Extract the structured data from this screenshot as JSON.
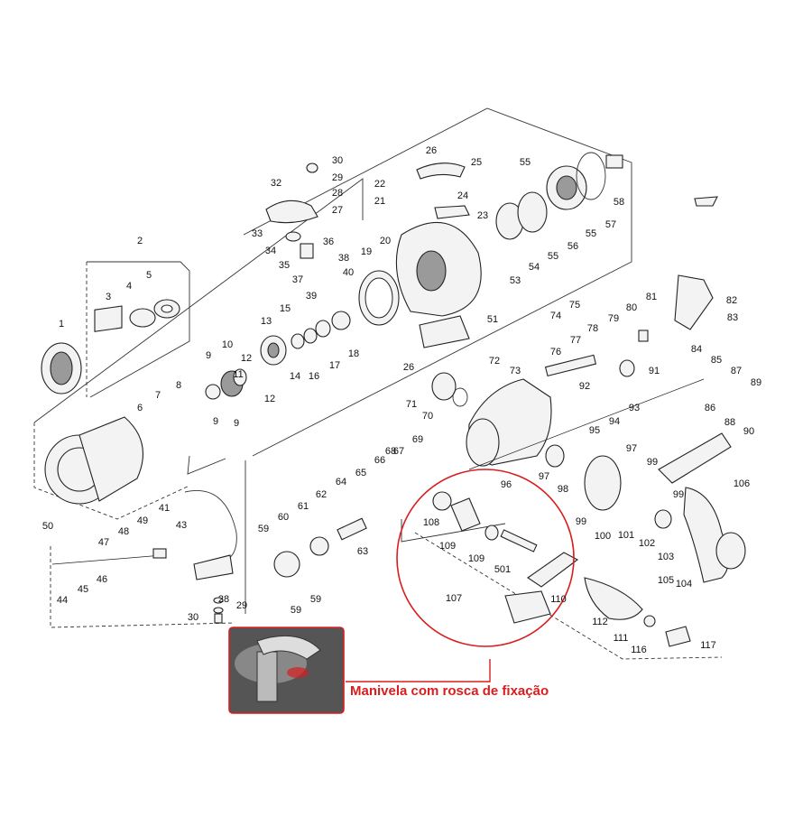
{
  "caption": "Manivela com rosca de fixação",
  "colors": {
    "highlight": "#d81e1e",
    "line": "#222222"
  },
  "labels": [
    "1",
    "2",
    "3",
    "4",
    "5",
    "6",
    "7",
    "8",
    "9",
    "9",
    "9",
    "10",
    "11",
    "12",
    "12",
    "13",
    "14",
    "15",
    "16",
    "17",
    "18",
    "19",
    "20",
    "21",
    "22",
    "23",
    "24",
    "25",
    "26",
    "26",
    "27",
    "28",
    "28",
    "29",
    "29",
    "30",
    "30",
    "32",
    "33",
    "34",
    "35",
    "36",
    "37",
    "38",
    "39",
    "40",
    "41",
    "43",
    "44",
    "45",
    "46",
    "47",
    "48",
    "49",
    "50",
    "51",
    "53",
    "54",
    "55",
    "55",
    "55",
    "56",
    "57",
    "58",
    "59",
    "59",
    "59",
    "60",
    "61",
    "62",
    "63",
    "64",
    "65",
    "66",
    "67",
    "68",
    "69",
    "70",
    "71",
    "72",
    "73",
    "74",
    "75",
    "76",
    "77",
    "78",
    "79",
    "80",
    "81",
    "82",
    "83",
    "84",
    "85",
    "86",
    "87",
    "88",
    "89",
    "90",
    "91",
    "92",
    "93",
    "94",
    "95",
    "96",
    "97",
    "97",
    "98",
    "99",
    "99",
    "99",
    "100",
    "101",
    "102",
    "103",
    "104",
    "105",
    "106",
    "107",
    "108",
    "109",
    "109",
    "110",
    "111",
    "112",
    "116",
    "117",
    "501"
  ]
}
